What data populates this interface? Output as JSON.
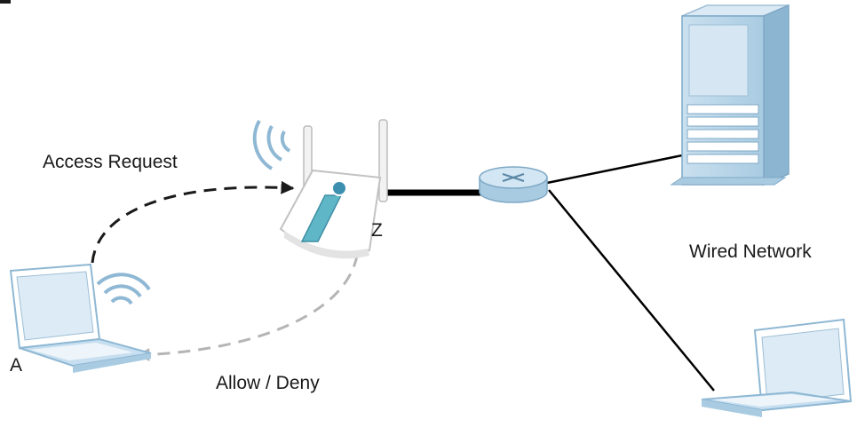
{
  "diagram": {
    "labels": {
      "access_request": "Access Request",
      "allow_deny": "Allow / Deny",
      "wired_network": "Wired Network",
      "ap_marker": "Z",
      "client_marker": "A"
    },
    "nodes": [
      "wireless-client-laptop",
      "access-point",
      "router",
      "server",
      "wired-laptop"
    ],
    "colors": {
      "device_blue": "#b9d7ea",
      "device_dark": "#7fa9c6",
      "request_arrow": "#1a1a1a",
      "response_arrow": "#b5b5b5"
    }
  }
}
